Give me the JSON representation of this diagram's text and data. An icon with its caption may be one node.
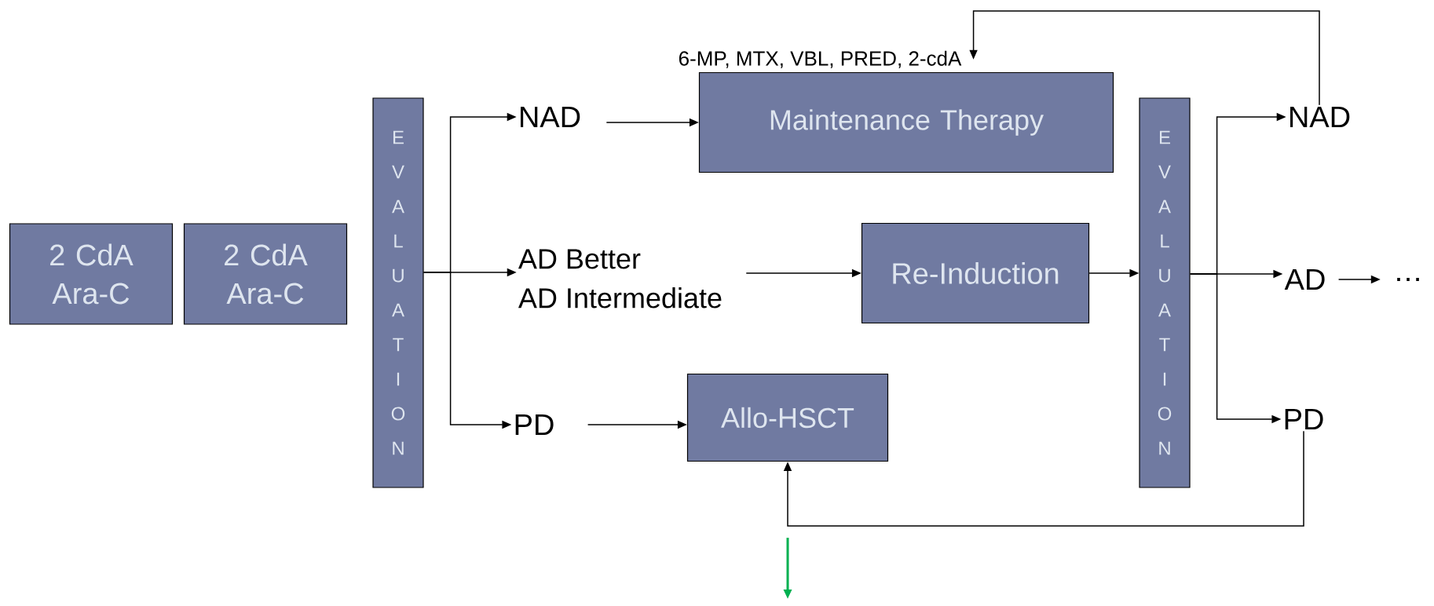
{
  "diagram": {
    "nodes": [
      {
        "text": [
          "2 CdA Ara-C"
        ]
      },
      {
        "text": [
          "2 CdA Ara-C"
        ]
      },
      {
        "text": [
          "E V A L U A T I O N"
        ]
      },
      {
        "text": [
          "NAD"
        ]
      },
      {
        "text": [
          "AD Better",
          "AD Intermediate"
        ]
      },
      {
        "text": [
          "PD"
        ]
      },
      {
        "text": [
          "Maintenance Therapy"
        ],
        "beside": [
          "6-MP, MTX, VBL, PRED, 2-cdA"
        ]
      },
      {
        "text": [
          "Re-Induction"
        ]
      },
      {
        "text": [
          "Allo-HSCT"
        ]
      },
      {
        "text": [
          "E V A L U A T I O N"
        ]
      },
      {
        "text": [
          "NAD"
        ]
      },
      {
        "text": [
          "AD"
        ]
      },
      {
        "text": [
          "…"
        ]
      },
      {
        "text": [
          "PD"
        ]
      }
    ],
    "edges": [
      {
        "from": 2,
        "to": 3,
        "arrow": "to"
      },
      {
        "from": 2,
        "to": 4,
        "arrow": "to"
      },
      {
        "from": 2,
        "to": 5,
        "arrow": "to"
      },
      {
        "from": 3,
        "to": 6,
        "arrow": "to"
      },
      {
        "from": 4,
        "to": 7,
        "arrow": "to"
      },
      {
        "from": 5,
        "to": 8,
        "arrow": "to"
      },
      {
        "from": 7,
        "to": 9,
        "arrow": "to"
      },
      {
        "from": 9,
        "to": 10,
        "arrow": "to"
      },
      {
        "from": 9,
        "to": 11,
        "arrow": "to"
      },
      {
        "from": 9,
        "to": 13,
        "arrow": "to"
      },
      {
        "from": 11,
        "to": 12,
        "arrow": "to"
      },
      {
        "from": 10,
        "to": 6,
        "arrow": "to"
      },
      {
        "from": 13,
        "to": 8,
        "arrow": "to"
      }
    ]
  }
}
